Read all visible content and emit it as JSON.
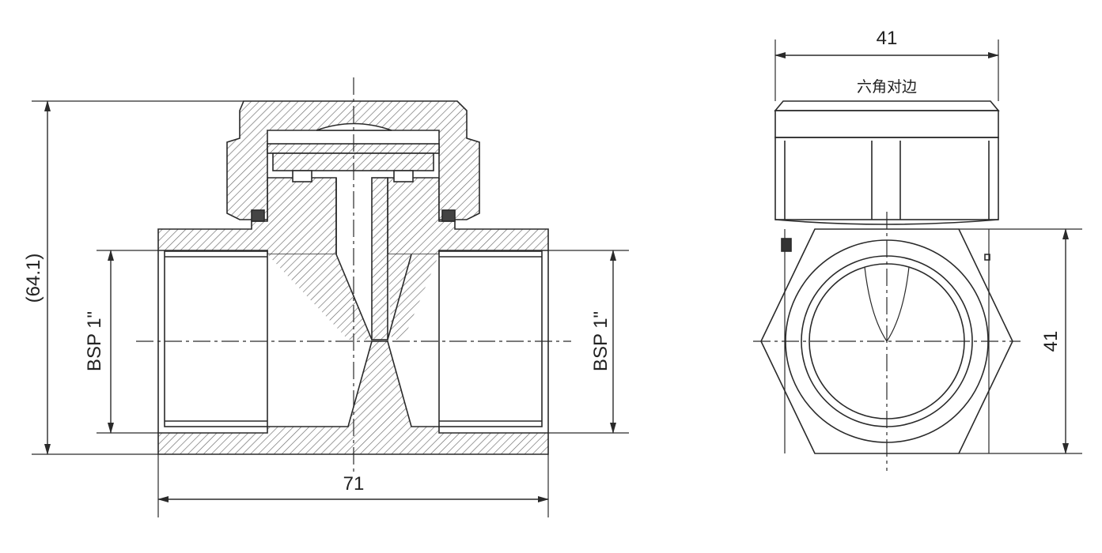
{
  "colors": {
    "line": "#2a2a2a",
    "hatch": "#5a5a5a",
    "fill": "#ffffff"
  },
  "side_view": {
    "height_label": "(64.1)",
    "left_thread_label": "BSP 1\"",
    "right_thread_label": "BSP 1\"",
    "length_label": "71"
  },
  "front_view": {
    "top_width_label": "41",
    "hex_label": "六角对边",
    "right_height_label": "41"
  }
}
